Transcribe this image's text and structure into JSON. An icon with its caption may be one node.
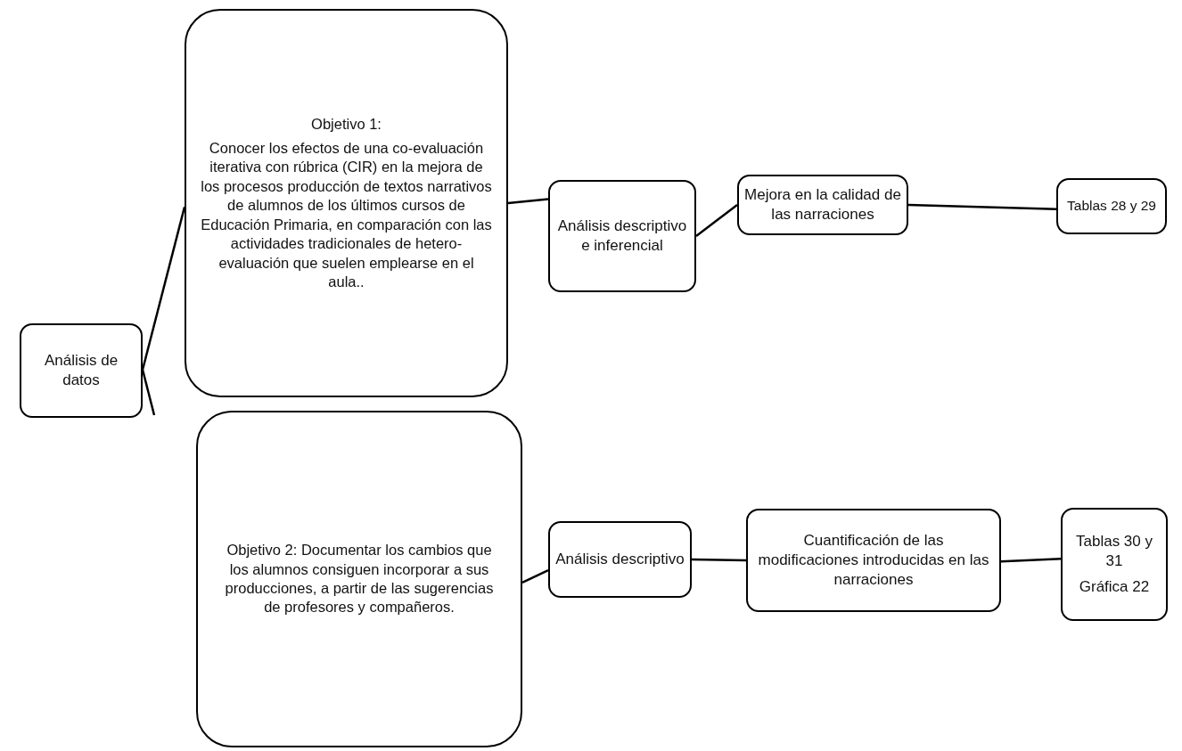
{
  "diagram": {
    "nodes": [
      {
        "text": [
          "Análisis de datos"
        ]
      },
      {
        "text": [
          "Objetivo 1:",
          "Conocer los efectos de una co-evaluación iterativa con rúbrica (CIR) en la mejora de los procesos producción de textos narrativos de alumnos de los últimos cursos de Educación Primaria, en comparación con las actividades tradicionales de hetero-evaluación que suelen emplearse en el aula.."
        ]
      },
      {
        "text": [
          "Análisis descriptivo e inferencial"
        ]
      },
      {
        "text": [
          "Mejora en la calidad de las narraciones"
        ]
      },
      {
        "text": [
          "Tablas 28 y 29"
        ]
      },
      {
        "text": [
          "Objetivo 2: Documentar los cambios que los alumnos consiguen incorporar a sus producciones, a partir de las sugerencias de profesores y compañeros."
        ]
      },
      {
        "text": [
          "Análisis descriptivo"
        ]
      },
      {
        "text": [
          "Cuantificación de las modificaciones introducidas en las narraciones"
        ]
      },
      {
        "text": [
          "Tablas 30 y 31",
          "Gráfica 22"
        ]
      }
    ],
    "edges": [
      {
        "from": 0,
        "to": 1,
        "arrow": "none"
      },
      {
        "from": 0,
        "to": null,
        "arrow": "none"
      },
      {
        "from": 1,
        "to": 2,
        "arrow": "none"
      },
      {
        "from": 2,
        "to": 3,
        "arrow": "none"
      },
      {
        "from": 3,
        "to": 4,
        "arrow": "none"
      },
      {
        "from": 5,
        "to": 6,
        "arrow": "none"
      },
      {
        "from": 6,
        "to": 7,
        "arrow": "none"
      },
      {
        "from": 7,
        "to": 8,
        "arrow": "none"
      }
    ]
  }
}
